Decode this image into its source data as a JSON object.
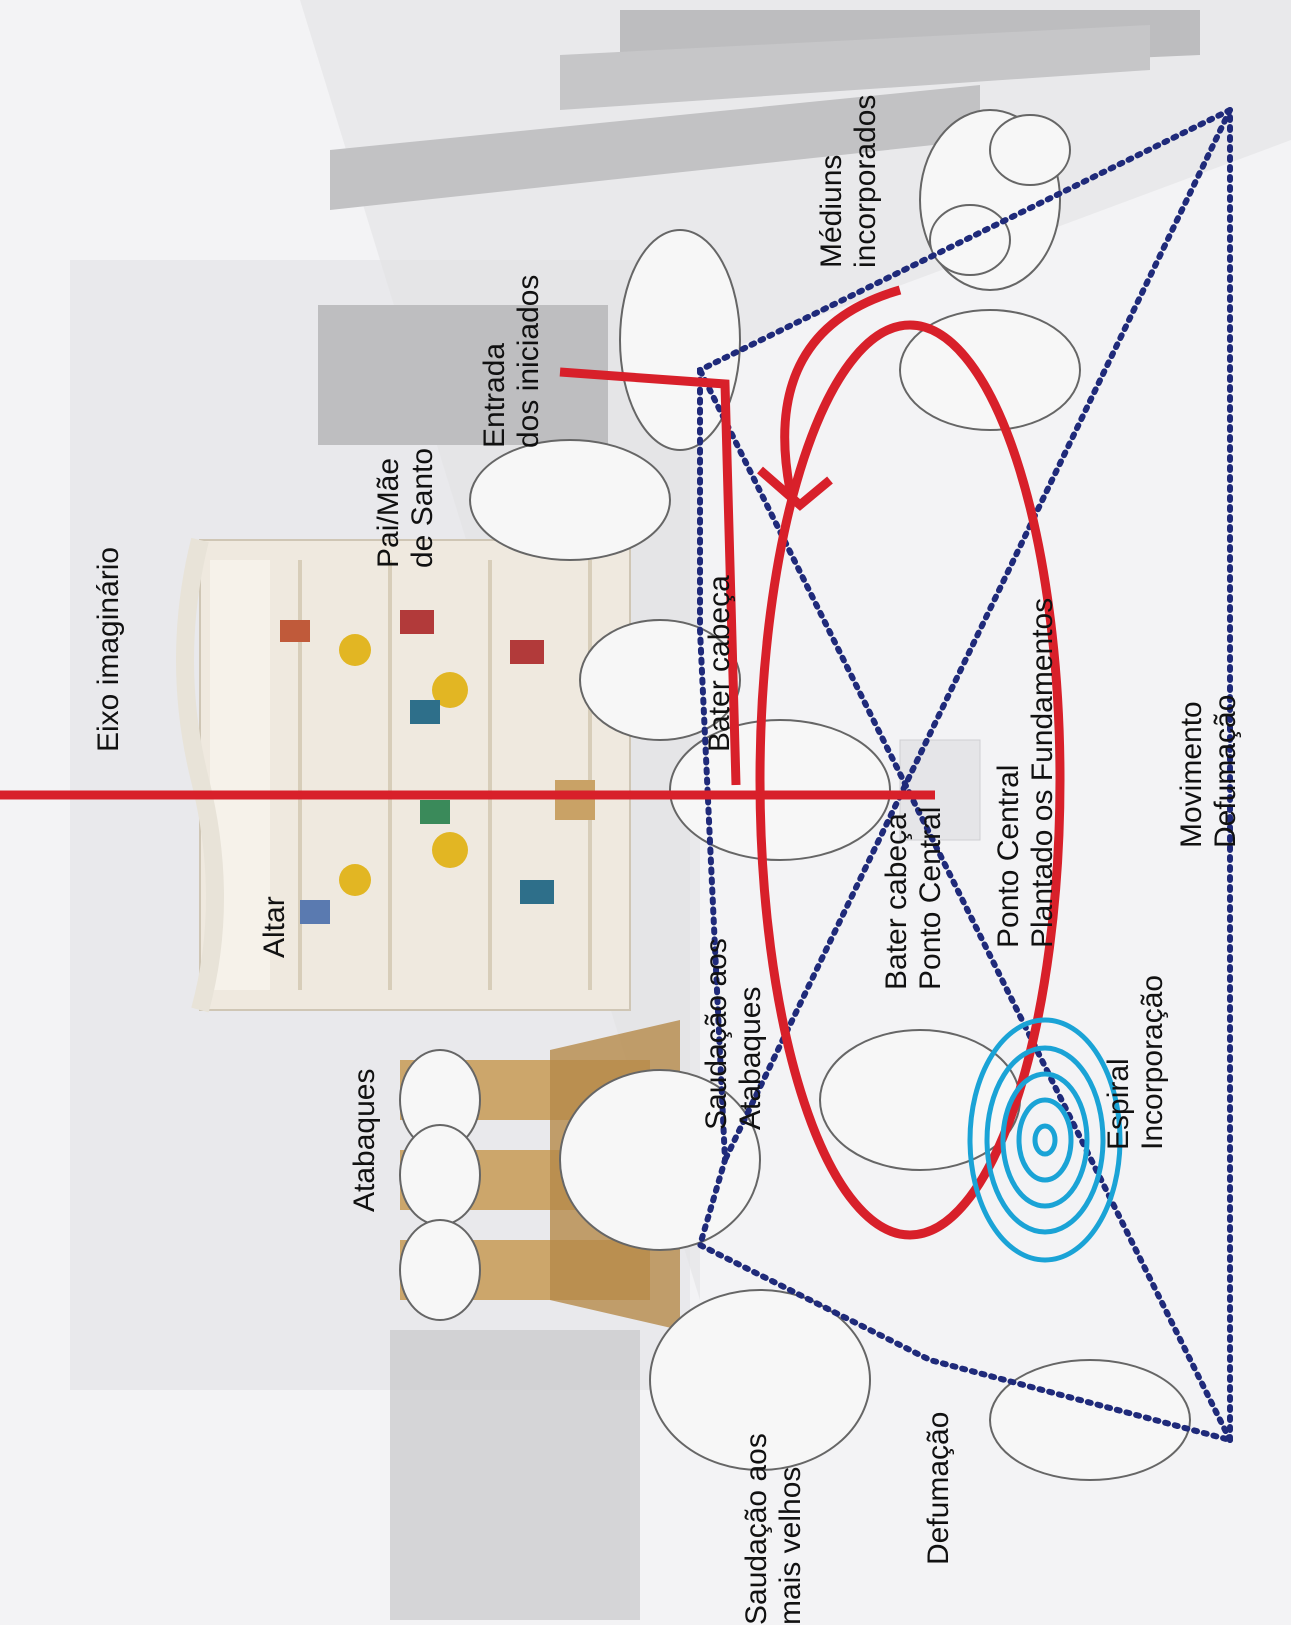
{
  "labels": {
    "eixo": "Eixo imaginário",
    "altar": "Altar",
    "pai_mae": [
      "Pai/Mãe",
      "de Santo"
    ],
    "entrada": [
      "Entrada",
      "dos iniciados"
    ],
    "mediuns": [
      "Médiuns",
      "incorporados"
    ],
    "bater_cabeca": "Bater cabeça",
    "ponto_central": [
      "Ponto Central",
      "Plantado os Fundamentos"
    ],
    "movimento": [
      "Movimento",
      "Defumação"
    ],
    "bater_cabeca_pc": [
      "Bater cabeça",
      "Ponto Central"
    ],
    "saudacao_atabaques": [
      "Saudação aos",
      "Atabaques"
    ],
    "atabaques": "Atabaques",
    "espiral": [
      "Espiral",
      "Incorporação"
    ],
    "saudacao_velhos": [
      "Saudação aos",
      "mais velhos"
    ],
    "defumacao": "Defumação"
  },
  "colors": {
    "red_path": "#d8202a",
    "blue_dotted": "#1f2a7a",
    "spiral": "#1aa3d6",
    "wall": "#e6e6e8",
    "panel": "#bdbdbf"
  }
}
